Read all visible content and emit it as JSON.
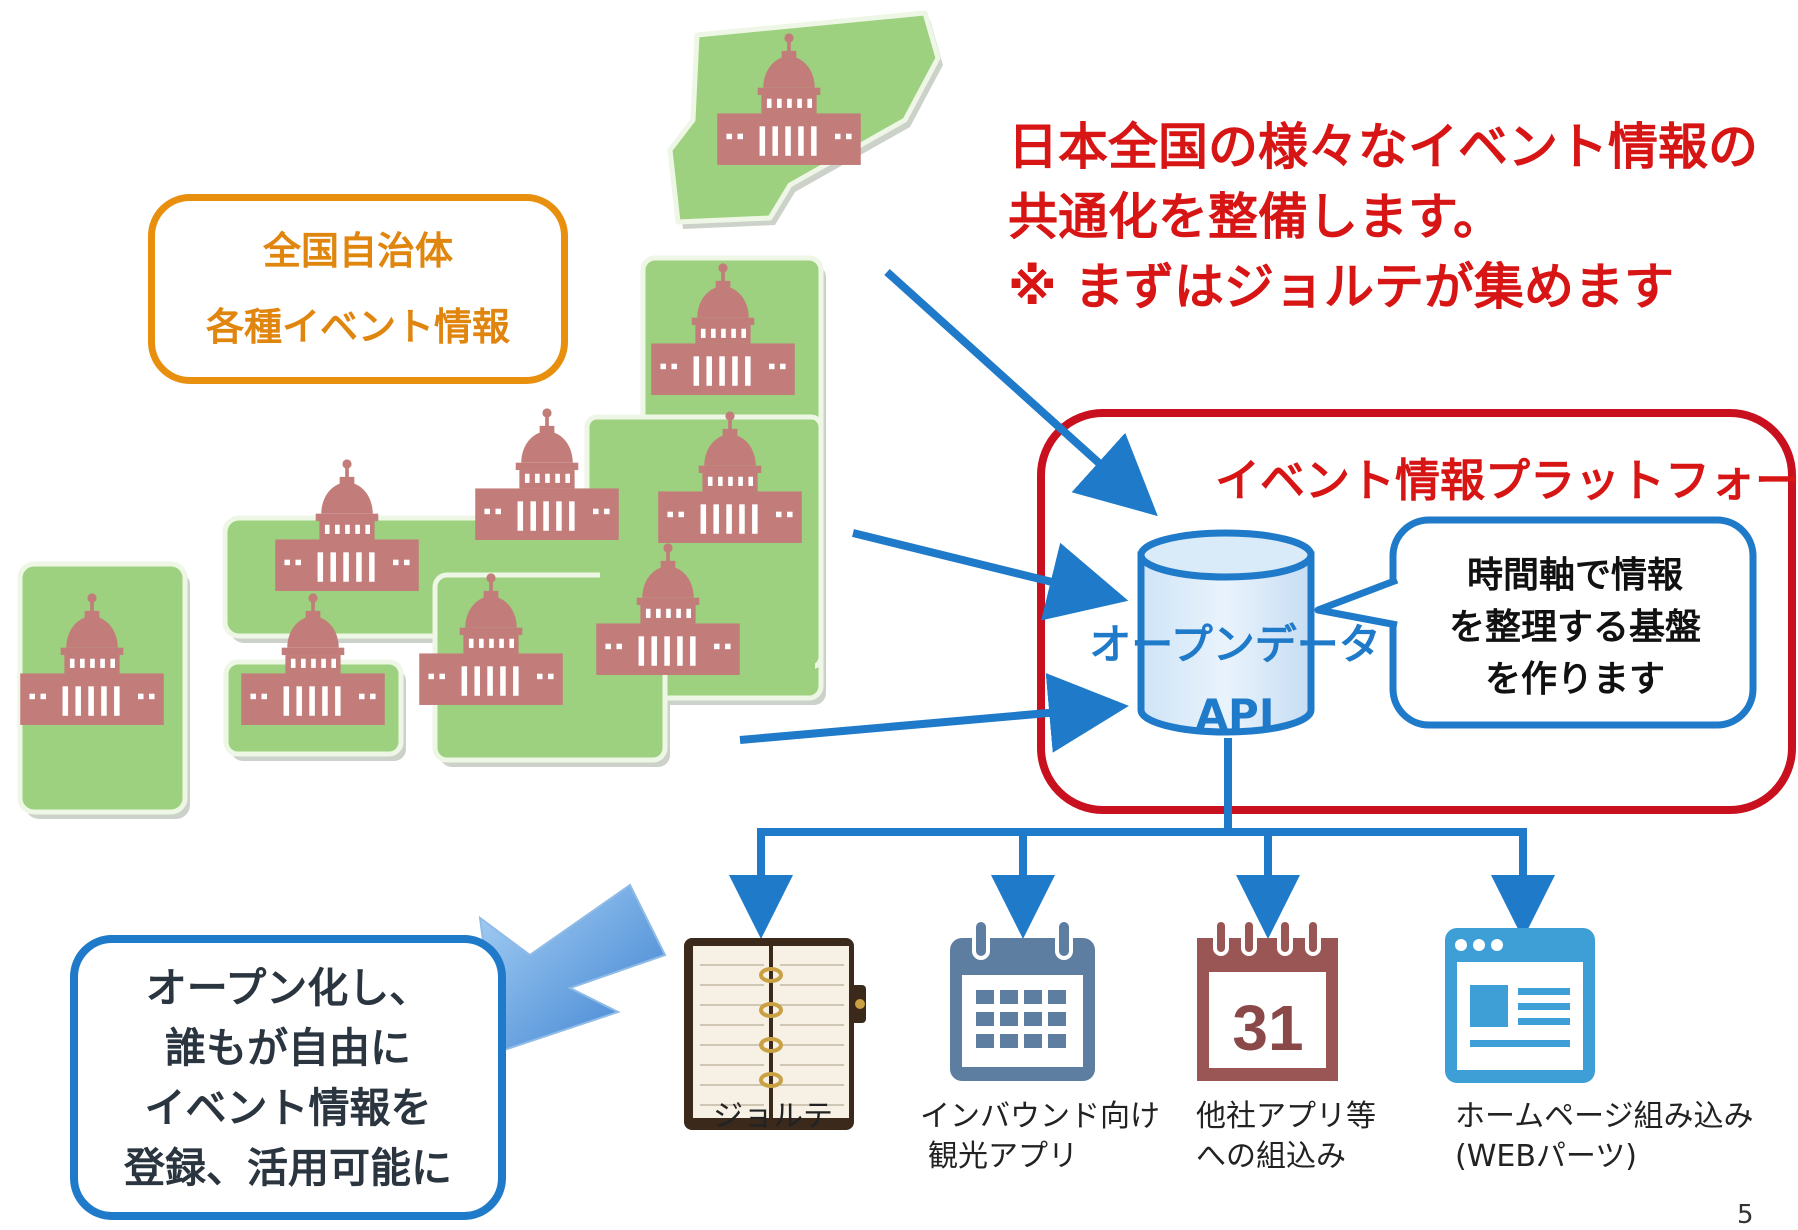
{
  "headline": {
    "line1": "日本全国の様々なイベント情報の",
    "line2": "共通化を整備します。",
    "line3": "※ まずはジョルテが集めます"
  },
  "source_box": {
    "line1": "全国自治体",
    "line2": "各種イベント情報"
  },
  "platform": {
    "title": "イベント情報プラットフォーム",
    "database_line1": "オープンデータ",
    "database_line2": "API",
    "callout_line1": "時間軸で情報",
    "callout_line2": "を整理する基盤",
    "callout_line3": "を作ります"
  },
  "open_box": {
    "line1": "オープン化し、",
    "line2": "誰もが自由に",
    "line3": "イベント情報を",
    "line4": "登録、活用可能に"
  },
  "apps": [
    {
      "line1": "ジョルテ",
      "line2": "",
      "icon": "planner-book-icon"
    },
    {
      "line1": "インバウンド向け",
      "line2": "観光アプリ",
      "icon": "calendar-grid-icon"
    },
    {
      "line1": "他社アプリ等",
      "line2": "への組込み",
      "icon": "calendar-31-icon"
    },
    {
      "line1": "ホームページ組み込み",
      "line2": "(WEBパーツ)",
      "icon": "web-page-icon"
    }
  ],
  "calendar_day": "31",
  "page_number": "5",
  "colors": {
    "red": "#d81515",
    "orange": "#e8900e",
    "blue": "#1f7ac9",
    "map_green": "#9dd17f",
    "building": "#c27c7a"
  }
}
